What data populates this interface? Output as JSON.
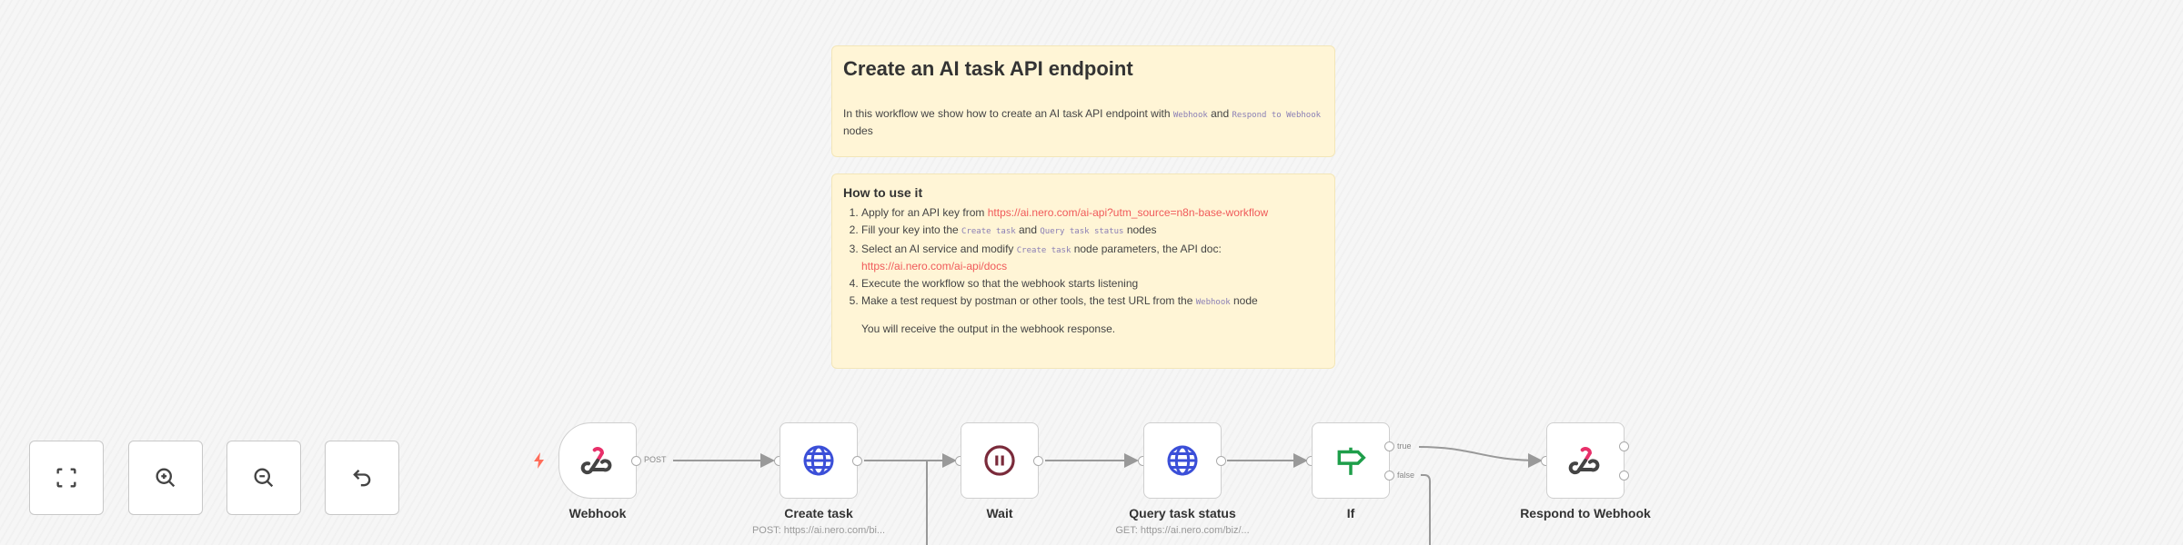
{
  "note_intro": {
    "title": "Create an AI task API endpoint",
    "text_before": "In this workflow we show how to create an AI task API endpoint with ",
    "code1": "Webhook",
    "text_mid": " and ",
    "code2": "Respond to Webhook",
    "text_after": " nodes"
  },
  "note_howto": {
    "title": "How to use it",
    "step1_text": "Apply for an API key from ",
    "step1_link": "https://ai.nero.com/ai-api?utm_source=n8n-base-workflow",
    "step2_a": "Fill your key into the ",
    "step2_code1": "Create task",
    "step2_b": " and ",
    "step2_code2": "Query task status",
    "step2_c": " nodes",
    "step3_a": "Select an AI service and modify ",
    "step3_code": "Create task",
    "step3_b": " node parameters, the API doc: ",
    "step3_link": "https://ai.nero.com/ai-api/docs",
    "step4": "Execute the workflow so that the webhook starts listening",
    "step5_a": "Make a test request by postman or other tools, the test URL from the ",
    "step5_code": "Webhook",
    "step5_b": " node",
    "footer": "You will receive the output in the webhook response."
  },
  "controls": [
    {
      "icon": "fit-view-icon"
    },
    {
      "icon": "zoom-in-icon"
    },
    {
      "icon": "zoom-out-icon"
    },
    {
      "icon": "undo-icon"
    }
  ],
  "nodes": {
    "webhook": {
      "label": "Webhook",
      "output_label": "POST"
    },
    "create_task": {
      "label": "Create task",
      "subtitle": "POST: https://ai.nero.com/bi..."
    },
    "wait": {
      "label": "Wait"
    },
    "query": {
      "label": "Query task status",
      "subtitle": "GET: https://ai.nero.com/biz/..."
    },
    "if": {
      "label": "If",
      "true_label": "true",
      "false_label": "false"
    },
    "respond": {
      "label": "Respond to Webhook"
    }
  },
  "colors": {
    "note_bg": "#fff5d6",
    "link": "#f05a5a",
    "globe": "#3b4fd8",
    "wait": "#7a2a3a",
    "if": "#1e9e4a",
    "webhook_pink": "#e8306a",
    "trigger": "#ff6d5a"
  }
}
